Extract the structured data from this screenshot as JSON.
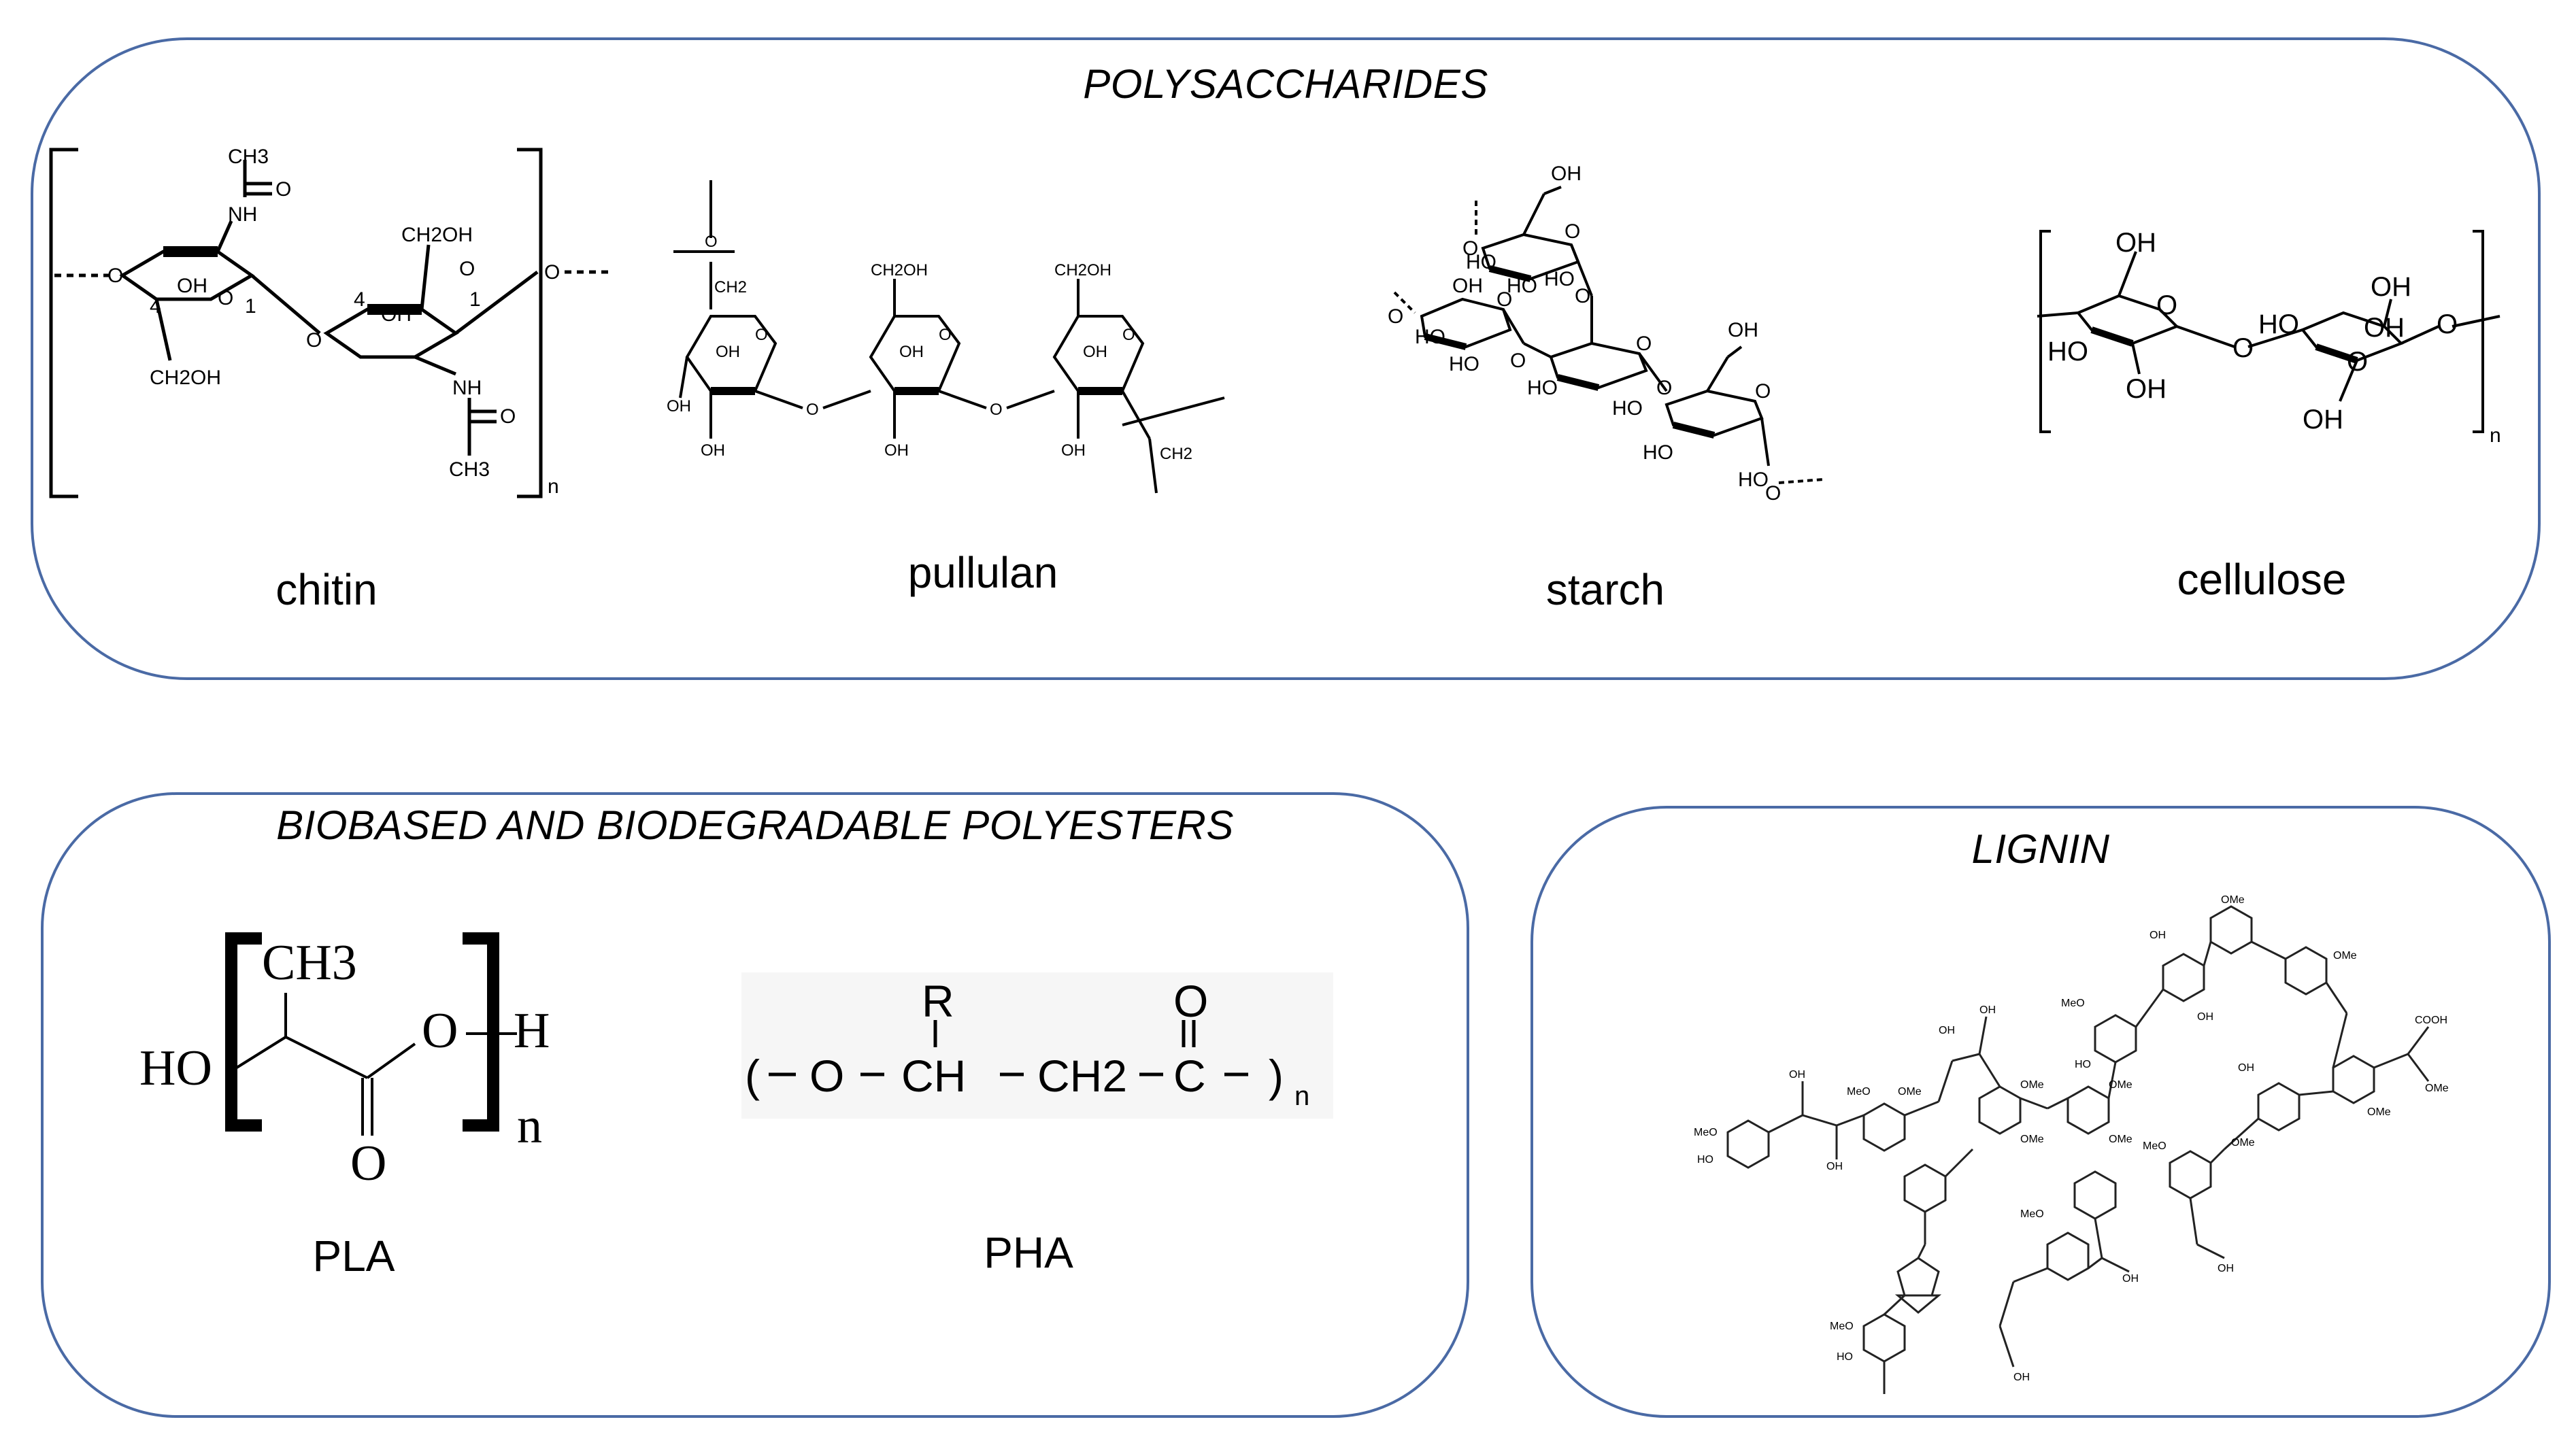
{
  "panels": {
    "polysaccharides": {
      "title": "POLYSACCHARIDES",
      "items": [
        {
          "label": "chitin"
        },
        {
          "label": "pullulan"
        },
        {
          "label": "starch"
        },
        {
          "label": "cellulose"
        }
      ]
    },
    "polyesters": {
      "title": "BIOBASED AND BIODEGRADABLE POLYESTERS",
      "items": [
        {
          "label": "PLA"
        },
        {
          "label": "PHA"
        }
      ]
    },
    "lignin": {
      "title": "LIGNIN"
    }
  },
  "structures": {
    "chitin": {
      "ch3_top": "CH3",
      "nh_top": "NH",
      "o": "O",
      "ch2oh_top": "CH2OH",
      "oh": "OH",
      "ch2oh_bottom": "CH2OH",
      "nh_bottom": "NH",
      "ch3_bottom": "CH3",
      "n": "n",
      "c4": "4",
      "c1": "1"
    },
    "pullulan": {
      "ch2oh": "CH2OH",
      "oh": "OH",
      "ch2": "CH2",
      "o": "O"
    },
    "starch": {
      "oh": "OH",
      "ho": "HO",
      "o": "O"
    },
    "cellulose": {
      "oh": "OH",
      "ho": "HO",
      "o": "O",
      "n": "n"
    },
    "pla": {
      "ch3": "CH3",
      "ho": "HO",
      "o": "O",
      "oh_end": "O",
      "h": "H",
      "n": "n"
    },
    "pha": {
      "r": "R",
      "o": "O",
      "ch": "CH",
      "ch2": "CH2",
      "c": "C",
      "n": "n"
    },
    "lignin": {
      "ome": "OMe",
      "oh": "OH",
      "meo": "MeO",
      "ho": "HO",
      "cooh": "COOH"
    }
  }
}
